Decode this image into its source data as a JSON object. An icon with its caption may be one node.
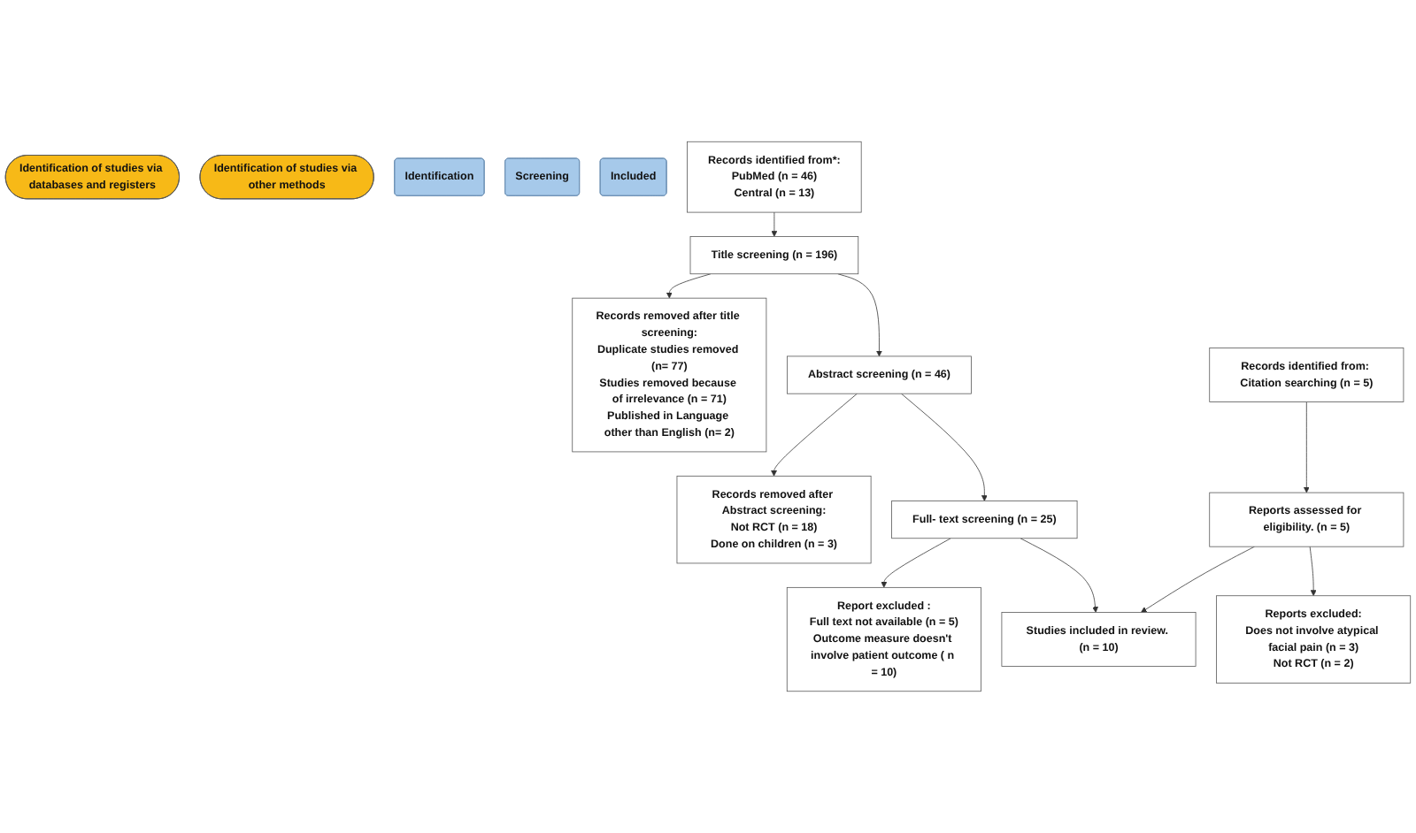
{
  "diagram": {
    "nodes": [
      {
        "text": [
          "Identification of studies via databases and registers"
        ]
      },
      {
        "text": [
          "Identification of studies via other methods"
        ]
      },
      {
        "text": [
          "Identification"
        ]
      },
      {
        "text": [
          "Screening"
        ]
      },
      {
        "text": [
          "Included"
        ]
      },
      {
        "text": [
          "Records identified from*:",
          "PubMed (n = 46)",
          "Central (n = 13)"
        ]
      },
      {
        "text": [
          "Title screening (n = 196)"
        ]
      },
      {
        "text": [
          "Records removed after title screening:",
          "Duplicate studies removed (n= 77)",
          "Studies removed because of irrelevance (n = 71)",
          "Published in Language other than English (n= 2)"
        ]
      },
      {
        "text": [
          "Abstract screening (n = 46)"
        ]
      },
      {
        "text": [
          "Records removed after Abstract screening:",
          "Not RCT (n = 18)",
          "Done on children (n = 3)"
        ]
      },
      {
        "text": [
          "Full- text screening (n = 25)"
        ]
      },
      {
        "text": [
          "Report excluded :",
          "Full text not available (n = 5)",
          "Outcome measure doesn't involve patient outcome ( n = 10)"
        ]
      },
      {
        "text": [
          "Studies included in review. (n = 10)"
        ]
      },
      {
        "text": [
          "Records identified from: Citation searching (n = 5)"
        ]
      },
      {
        "text": [
          "Reports assessed for eligibility. (n = 5)"
        ]
      },
      {
        "text": [
          "Reports excluded:",
          "Does not involve atypical facial pain (n = 3)",
          "Not RCT (n = 2)"
        ]
      }
    ],
    "edges": [
      {
        "from": 5,
        "to": 6,
        "arrow": "to"
      },
      {
        "from": 6,
        "to": 7,
        "arrow": "to"
      },
      {
        "from": 6,
        "to": 8,
        "arrow": "to"
      },
      {
        "from": 8,
        "to": 9,
        "arrow": "to"
      },
      {
        "from": 8,
        "to": 10,
        "arrow": "to"
      },
      {
        "from": 10,
        "to": 11,
        "arrow": "to"
      },
      {
        "from": 10,
        "to": 12,
        "arrow": "to"
      },
      {
        "from": 13,
        "to": 14,
        "arrow": "to"
      },
      {
        "from": 14,
        "to": 15,
        "arrow": "to"
      },
      {
        "from": 14,
        "to": 12,
        "arrow": "to"
      }
    ]
  }
}
